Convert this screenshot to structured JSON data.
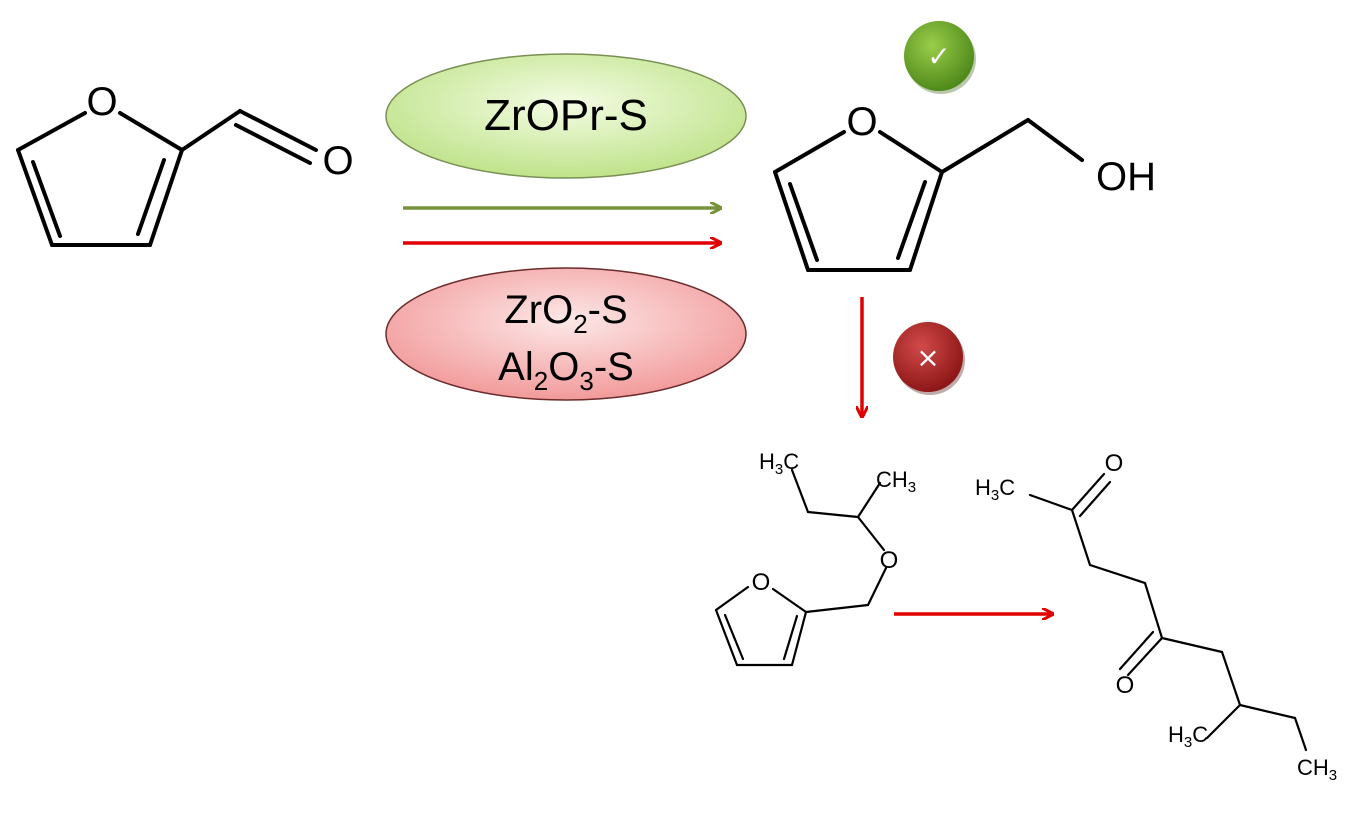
{
  "catalysts": {
    "selective": {
      "label": "ZrOPr-S",
      "color": "#cbe99a"
    },
    "unselective": {
      "line1": {
        "base": "ZrO",
        "sub": "2",
        "tail": "-S"
      },
      "line2": {
        "a": "Al",
        "sub1": "2",
        "b": "O",
        "sub2": "3",
        "tail": "-S"
      },
      "color": "#f6a6a6"
    }
  },
  "arrows": {
    "green": "#76923c",
    "red": "#e00000"
  },
  "badges": {
    "ok": {
      "glyph": "✓",
      "color": "#6aa121"
    },
    "bad": {
      "glyph": "×",
      "color": "#b32020"
    }
  },
  "molecules": {
    "furfural": {
      "o_ring": "O",
      "o_carbonyl": "O"
    },
    "furfuryl_alcohol": {
      "o_ring": "O",
      "oh": "OH"
    },
    "ether": {
      "h3c": "H",
      "h3c_sub": "3",
      "h3c_c": "C",
      "ch3_c": "CH",
      "ch3_sub": "3",
      "o_ether": "O",
      "o_ring": "O"
    },
    "diketone": {
      "o_top": "O",
      "o_bottom": "O",
      "h3c_top": "H",
      "h3c_top_sub": "3",
      "h3c_top_c": "C",
      "h3c_bot": "H",
      "h3c_bot_sub": "3",
      "h3c_bot_c": "C",
      "ch3_c": "CH",
      "ch3_sub": "3"
    }
  }
}
